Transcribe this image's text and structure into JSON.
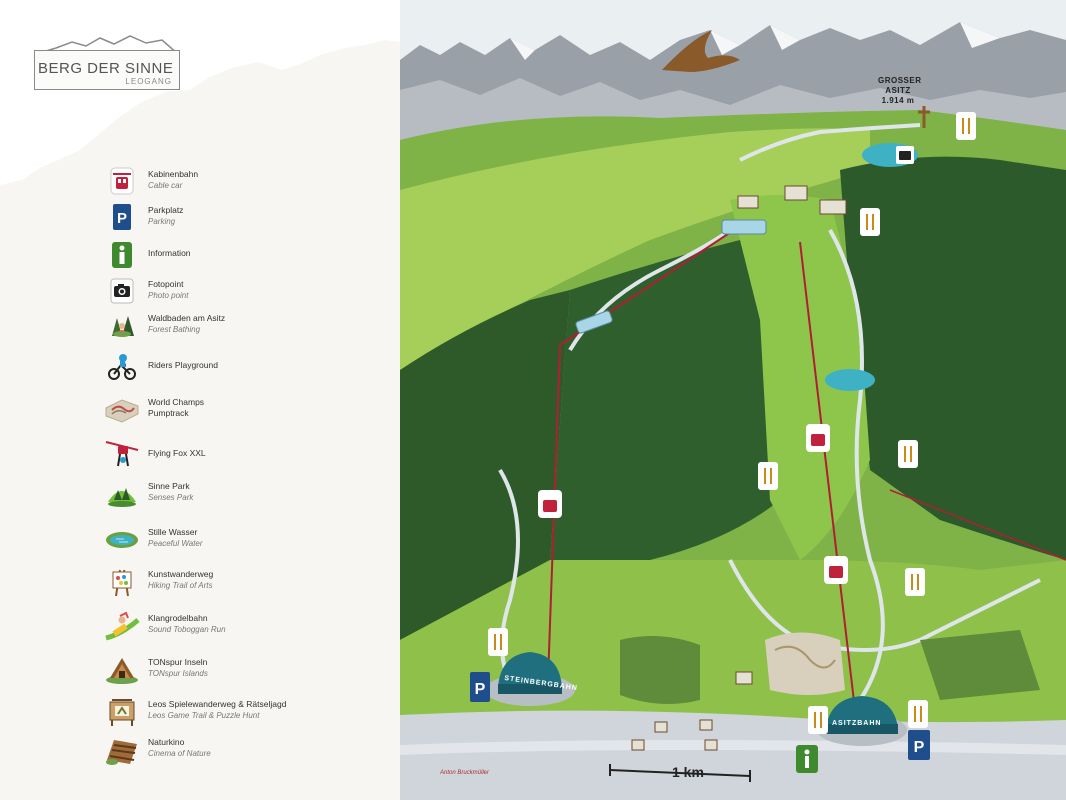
{
  "logo": {
    "title": "BERG DER SINNE",
    "subtitle": "LEOGANG"
  },
  "legend": [
    {
      "icon": "cable-car-icon",
      "name": "Kabinenbahn",
      "translation": "Cable car",
      "color": "#c0223b"
    },
    {
      "icon": "parking-icon",
      "name": "Parkplatz",
      "translation": "Parking",
      "color": "#1f4e8c"
    },
    {
      "icon": "information-icon",
      "name": "Information",
      "translation": "",
      "color": "#3f8a2e"
    },
    {
      "icon": "camera-icon",
      "name": "Fotopoint",
      "translation": "Photo point",
      "color": "#222222"
    },
    {
      "icon": "forest-bathing-icon",
      "name": "Waldbaden am Asitz",
      "translation": "Forest Bathing",
      "color": "#3e6b2f"
    },
    {
      "icon": "mountain-bike-icon",
      "name": "Riders Playground",
      "translation": "",
      "color": "#2c9ad1"
    },
    {
      "icon": "pumptrack-icon",
      "name": "World Champs",
      "name2": "Pumptrack",
      "translation": "",
      "color": "#c9b48a"
    },
    {
      "icon": "zipline-icon",
      "name": "Flying Fox XXL",
      "translation": "",
      "color": "#c0223b"
    },
    {
      "icon": "senses-park-icon",
      "name": "Sinne Park",
      "translation": "Senses Park",
      "color": "#6fbf3a"
    },
    {
      "icon": "lake-icon",
      "name": "Stille Wasser",
      "translation": "Peaceful Water",
      "color": "#3fb1c4"
    },
    {
      "icon": "easel-icon",
      "name": "Kunstwanderweg",
      "translation": "Hiking Trail of Arts",
      "color": "#e1a23a"
    },
    {
      "icon": "toboggan-icon",
      "name": "Klangrodelbahn",
      "translation": "Sound Toboggan Run",
      "color": "#f1c232"
    },
    {
      "icon": "hut-icon",
      "name": "TONspur Inseln",
      "translation": "TONspur Islands",
      "color": "#8a5a2b"
    },
    {
      "icon": "game-trail-icon",
      "name": "Leos Spielewanderweg & Rätseljagd",
      "translation": "Leos Game Trail & Puzzle Hunt",
      "color": "#6b7a2f"
    },
    {
      "icon": "cinema-icon",
      "name": "Naturkino",
      "translation": "Cinema of Nature",
      "color": "#8a5a2b"
    }
  ],
  "map": {
    "summit": {
      "line1": "GROSSER",
      "line2": "ASITZ",
      "line3": "1.914 m"
    },
    "stations": {
      "left": "STEINBERGBAHN",
      "right": "ASITZBAHN"
    },
    "scale": "1 km",
    "signature": "Anton Bruckmüller"
  },
  "colors": {
    "meadow": "#8fc14a",
    "forest": "#2e5a2a",
    "rock": "#9aa0a8",
    "cable": "#b01e34"
  }
}
